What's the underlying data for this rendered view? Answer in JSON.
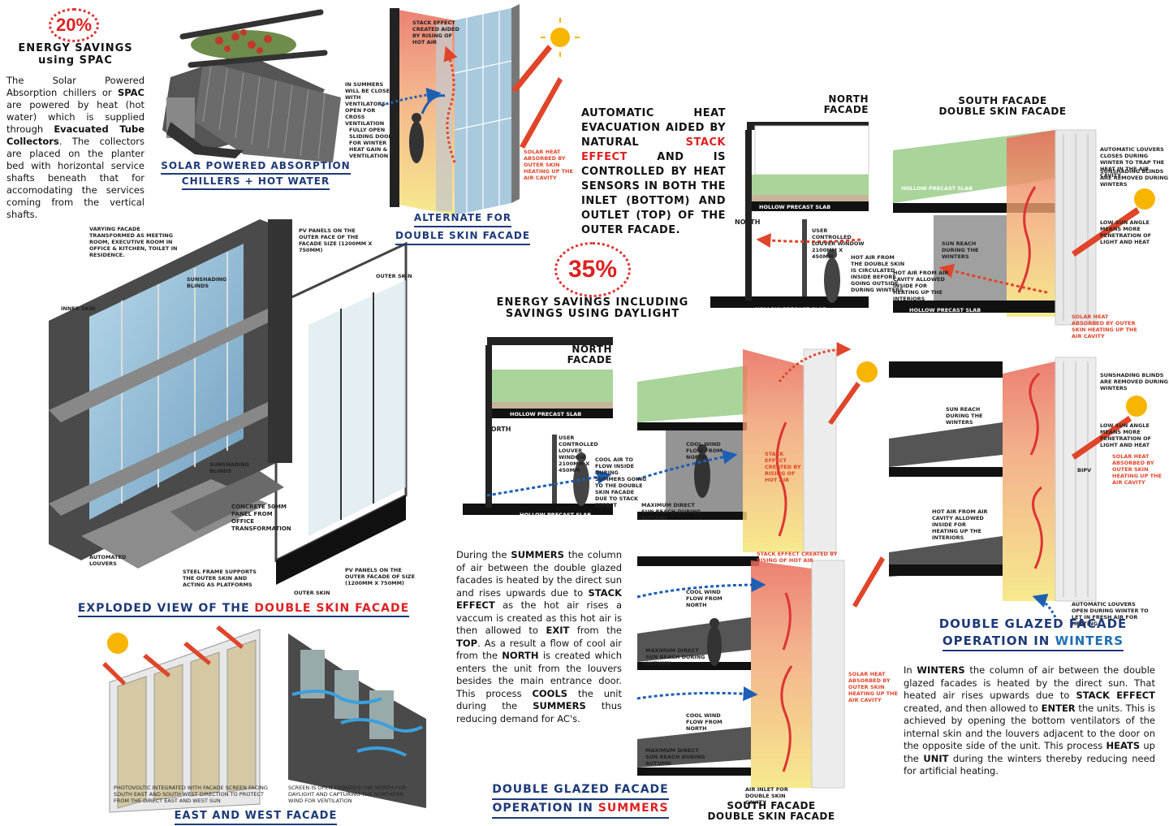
{
  "spac": {
    "percent": "20%",
    "title_line1": "ENERGY SAVINGS",
    "title_line2": "using SPAC",
    "para_1": "The Solar Powered Absorption chillers or ",
    "para_spac": "SPAC",
    "para_2": " are powered by heat (hot water) which is supplied through ",
    "para_evac": "Evacuated Tube Collectors",
    "para_3": ". The collectors are placed on the planter bed with horizontal service shafts beneath that for accomodating the services coming from the vertical shafts.",
    "caption_line1": "SOLAR POWERED ABSORPTION",
    "caption_line2": "CHILLERS + HOT WATER"
  },
  "alternate": {
    "caption_line1": "ALTERNATE FOR",
    "caption_line2": "DOUBLE SKIN FACADE",
    "labels": {
      "stack": "STACK EFFECT CREATED AIDED BY RISING OF HOT AIR",
      "summers": "IN SUMMERS WILL BE CLOSED WITH VENTILATORS OPEN FOR CROSS VENTILATION",
      "sliding": "FULLY OPEN SLIDING DOOR FOR WINTER HEAT GAIN & VENTILATION",
      "solar": "SOLAR HEAT ABSORBED BY OUTER SKIN HEATING UP THE AIR CAVITY"
    }
  },
  "automatic": {
    "p1": "AUTOMATIC HEAT EVACUATION AIDED BY NATURAL ",
    "stack": "STACK EFFECT",
    "p2": " AND IS CONTROLLED BY HEAT SENSORS IN BOTH THE INLET (BOTTOM) AND OUTLET (TOP) OF THE OUTER FACADE."
  },
  "daylight": {
    "percent": "35%",
    "line1": "ENERGY SAVINGS INCLUDING",
    "line2": "SAVINGS USING DAYLIGHT"
  },
  "exploded": {
    "title_a": "EXPLODED VIEW OF THE ",
    "title_b": "DOUBLE SKIN FACADE",
    "labels": {
      "varying": "VARYING FACADE TRANSFORMED AS MEETING ROOM, EXECUTIVE ROOM IN OFFICE & KITCHEN, TOILET IN RESIDENCE.",
      "pv_top": "PV PANELS ON THE OUTER FACE OF THE FACADE SIZE (1200MM X 750MM)",
      "outer_top": "OUTER SKIN",
      "inner": "INNER SKIN",
      "blinds1": "SUNSHADING BLINDS",
      "blinds2": "SUNSHADING BLINDS",
      "concrete": "CONCRETE 50MM PANEL FROM OFFICE TRANSFORMATION",
      "louvers": "AUTOMATED LOUVERS",
      "steel": "STEEL FRAME SUPPORTS THE OUTER SKIN AND ACTING AS PLATFORMS",
      "pv_bottom": "PV PANELS ON THE OUTER FACADE OF SIZE (1200MM X 750MM)",
      "outer_bottom": "OUTER SKIN"
    }
  },
  "eastwest": {
    "caption": "EAST AND WEST FACADE",
    "note1": "PHOTOVOLTIC INTEGRATED WITH FACADE SCREEN FACING SOUTH EAST AND SOUTH WEST DIRECTION TO PROTECT FROM THE DIRECT EAST AND WEST SUN",
    "note2": "SCREEN IS OPEN TOWARDS THE NORTH FOR DAYLIGHT AND CAPTURING THE NORTHERN WIND FOR VENTILATION"
  },
  "summers": {
    "p1": "During the ",
    "k1": "SUMMERS",
    "p2": " the column of air between the double glazed facades is heated by the direct sun and rises upwards due to ",
    "k2": "STACK EFFECT",
    "p3": " as the hot air rises a vaccum is created as this hot air is then allowed to ",
    "k3": "EXIT",
    "p4": " from the ",
    "k4": "TOP",
    "p5": ". As a result a flow of cool air from the ",
    "k5": "NORTH",
    "p6": " is created which enters the unit from the louvers besides the main entrance door. This process ",
    "k6": "COOLS",
    "p7": " the unit during the ",
    "k7": "SUMMERS",
    "p8": " thus reducing demand for AC's.",
    "caption_line1": "DOUBLE GLAZED FACADE",
    "caption_line2a": "OPERATION IN ",
    "caption_line2b": "SUMMERS",
    "north_facade": "NORTH\nFACADE",
    "north": "NORTH",
    "slab": "HOLLOW PRECAST SLAB",
    "slab2": "HOLLOW PRECAST SLAB",
    "louver": "USER CONTROLLED LOUVER WINDOW 2100MM X 450MM",
    "cool": "COOL AIR TO FLOW INSIDE DURING SUMMERS GOING TO THE DOUBLE SKIN FACADE DUE TO STACK EFFECT",
    "wind": "COOL WIND FLOW FROM NORTH",
    "sun_reach": "MAXIMUM DIRECT SUN REACH DURING AUTUMN",
    "stack": "STACK EFFECT CREATED BY RISING OF HOT AIR",
    "stack_top": "STACK EFFECT CREATED BY RISING OF HOT AIR",
    "wind2": "COOL WIND FLOW FROM NORTH",
    "wind3": "COOL WIND FLOW FROM NORTH",
    "sun_reach2": "MAXIMUM DIRECT SUN REACH DURING AUTUMN",
    "sun_reach3": "MAXIMUM DIRECT SUN REACH DURING AUTUMN",
    "solar": "SOLAR HEAT ABSORBED BY OUTER SKIN HEATING UP THE AIR CAVITY",
    "inlet": "AIR INLET FOR DOUBLE SKIN CAVITY",
    "south_line1": "SOUTH FACADE",
    "south_line2": "DOUBLE SKIN FACADE"
  },
  "winters": {
    "north_facade": "NORTH\nFACADE",
    "south_line1": "SOUTH FACADE",
    "south_line2": "DOUBLE SKIN FACADE",
    "north": "NORTH",
    "slab": "HOLLOW PRECAST SLAB",
    "slab2": "HOLLOW PRECAST SLAB",
    "slab3": "HOLLOW PRECAST SLAB",
    "slab4": "HOLLOW PRECAST SLAB",
    "louver": "USER CONTROLLED LOUVER WINDOW 2100MM X 450MM",
    "hot_air": "HOT AIR FROM THE DOUBLE SKIN IS CIRCULATED INSIDE BEFORE GOING OUTSIDE DURING WINTERS",
    "auto_louvers": "AUTOMATIC LOUVERS CLOSES DURING WINTER TO TRAP THE HEAT IN THE AIR CAVITY",
    "blinds": "SUNSHADING BLINDS ARE REMOVED DURING WINTERS",
    "low_sun": "LOW SUN ANGLE MEANS MORE PENETRATION OF LIGHT AND HEAT",
    "sun_reach": "SUN REACH DURING THE WINTERS",
    "hot_cavity": "HOT AIR FROM AIR CAVITY ALLOWED INSIDE FOR HEATING UP THE INTERIORS",
    "solar": "SOLAR HEAT ABSORBED BY OUTER SKIN HEATING UP THE AIR CAVITY",
    "blinds2": "SUNSHADING BLINDS ARE REMOVED DURING WINTERS",
    "low_sun2": "LOW SUN ANGLE MEANS MORE PENETRATION OF LIGHT AND HEAT",
    "solar2": "SOLAR HEAT ABSORBED BY OUTER SKIN HEATING UP THE AIR CAVITY",
    "sun_reach2": "SUN REACH DURING THE WINTERS",
    "hot_cavity2": "HOT AIR FROM AIR CAVITY ALLOWED INSIDE FOR HEATING UP THE INTERIORS",
    "auto_open": "AUTOMATIC LOUVERS OPEN DURING WINTER TO LET IN FRESH AIR FOR HEATING",
    "bipv": "BIPV",
    "caption_line1": "DOUBLE GLAZED FACADE",
    "caption_line2a": "OPERATION IN ",
    "caption_line2b": "WINTERS",
    "p1": "In ",
    "k1": "WINTERS",
    "p2": " the column of air between the double glazed facades is heated by the direct sun. That heated air rises upwards due to ",
    "k2": "STACK EFFECT",
    "p3": " created, and then allowed to ",
    "k3": "ENTER",
    "p4": " the units. This is achieved by opening the bottom ventilators of the internal skin and the louvers adjacent to the door on the opposite side of the unit. This process ",
    "k4": "HEATS",
    "p5": " up the ",
    "k5": "UNIT",
    "p6": " during the winters thereby reducing need for artificial heating."
  },
  "colors": {
    "accent_red": "#d22222",
    "title_blue": "#1d3a78",
    "sun": "#f7b500",
    "green_slab": "#a9d49a"
  }
}
